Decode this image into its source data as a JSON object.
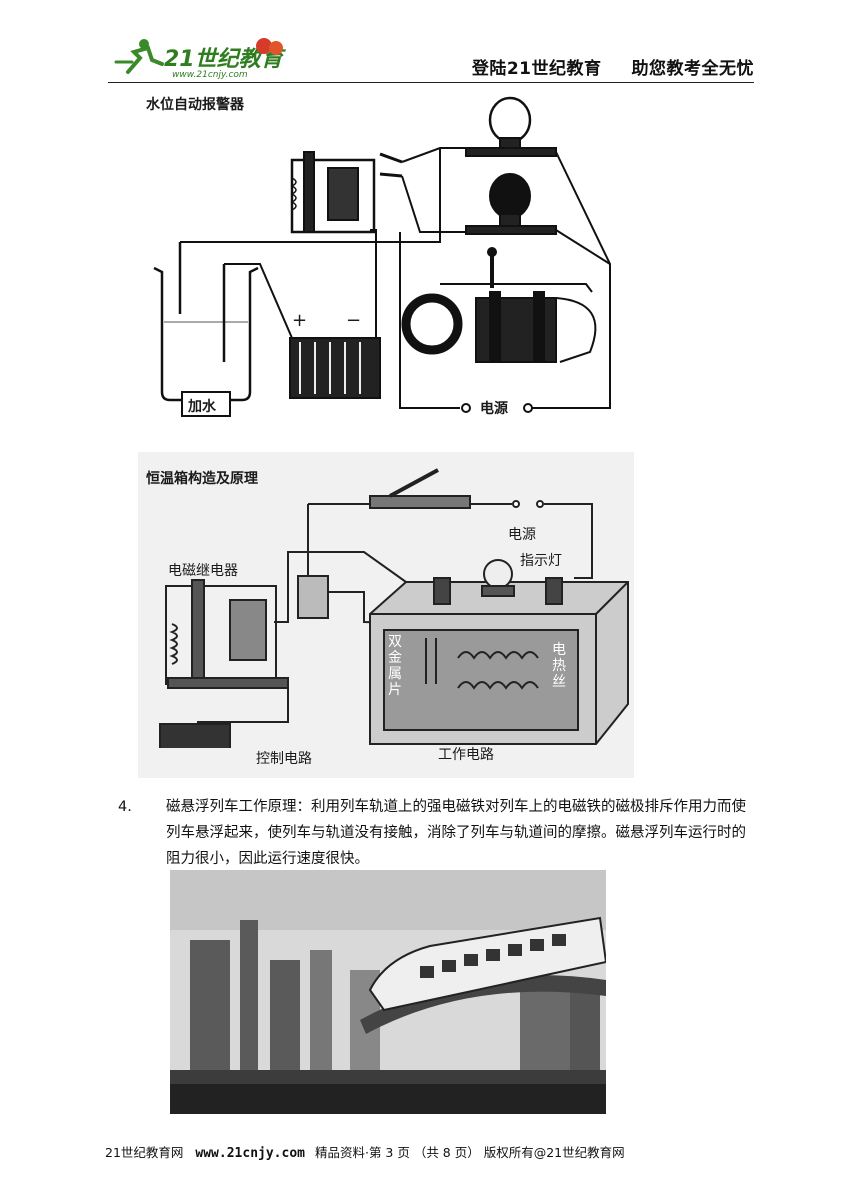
{
  "header": {
    "logo_text": "21世纪教育",
    "logo_url": "www.21cnjy.com",
    "slogan_left": "登陆21世纪教育",
    "slogan_right": "助您教考全无忧"
  },
  "figure1": {
    "title": "水位自动报警器",
    "label_water": "加水",
    "label_power": "电源",
    "plus": "+",
    "minus": "−"
  },
  "figure2": {
    "title": "恒温箱构造及原理",
    "label_power": "电源",
    "label_indicator": "指示灯",
    "label_relay": "电磁继电器",
    "label_bimetal": "双金属片",
    "label_heater": "电热丝",
    "label_control": "控制电路",
    "label_work": "工作电路"
  },
  "item4": {
    "number": "4.",
    "text": "磁悬浮列车工作原理：利用列车轨道上的强电磁铁对列车上的电磁铁的磁极排斥作用力而使列车悬浮起来，使列车与轨道没有接触，消除了列车与轨道间的摩擦。磁悬浮列车运行时的阻力很小，因此运行速度很快。"
  },
  "footer": {
    "site": "21世纪教育网",
    "url": "www.21cnjy.com",
    "page_info": "精品资料·第 3 页 （共 8 页） 版权所有@21世纪教育网"
  }
}
